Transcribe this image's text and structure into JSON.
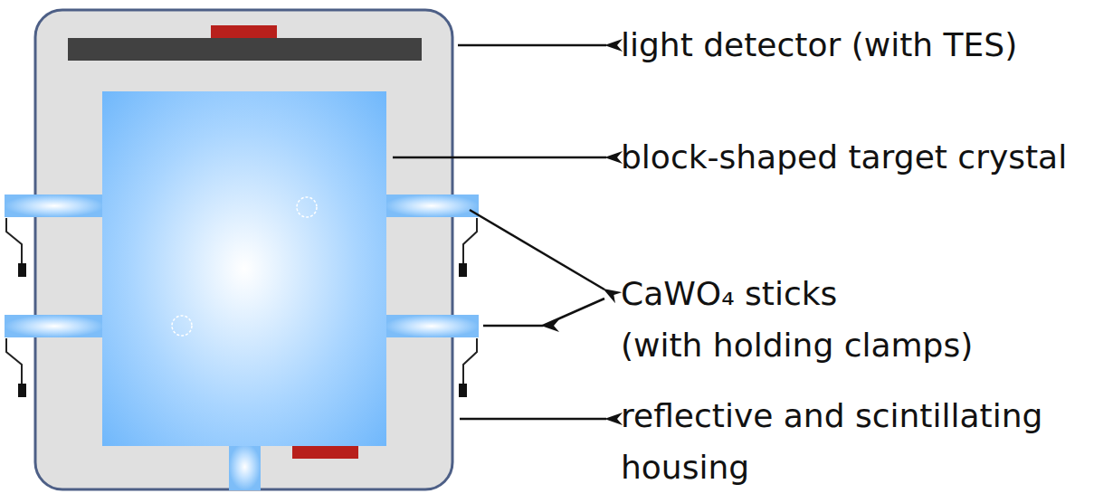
{
  "diagram": {
    "labels": [
      "light detector (with TES)",
      "block-shaped target crystal",
      "CaWO₄ sticks (with holding clamps)",
      "reflective and scintillating housing"
    ]
  }
}
